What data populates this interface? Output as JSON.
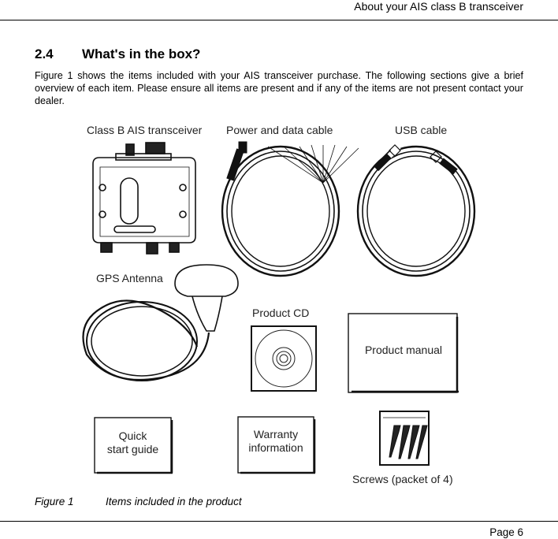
{
  "header": {
    "title": "About your AIS class B transceiver"
  },
  "section": {
    "number": "2.4",
    "title": "What's in the box?",
    "intro": "Figure 1 shows the items included with your AIS transceiver purchase.  The following sections give a brief overview of each item.  Please ensure all items are present and if any of the items are not present contact your dealer."
  },
  "figure": {
    "labels": {
      "transceiver": "Class B AIS transceiver",
      "power_cable": "Power and data cable",
      "usb_cable": "USB cable",
      "gps_antenna": "GPS Antenna",
      "product_cd": "Product CD",
      "product_manual": "Product manual",
      "quick_start_line1": "Quick",
      "quick_start_line2": "start guide",
      "warranty_line1": "Warranty",
      "warranty_line2": "information",
      "screws": "Screws (packet of 4)"
    },
    "caption_number": "Figure 1",
    "caption_text": "Items included in the product"
  },
  "footer": {
    "page": "Page 6"
  }
}
